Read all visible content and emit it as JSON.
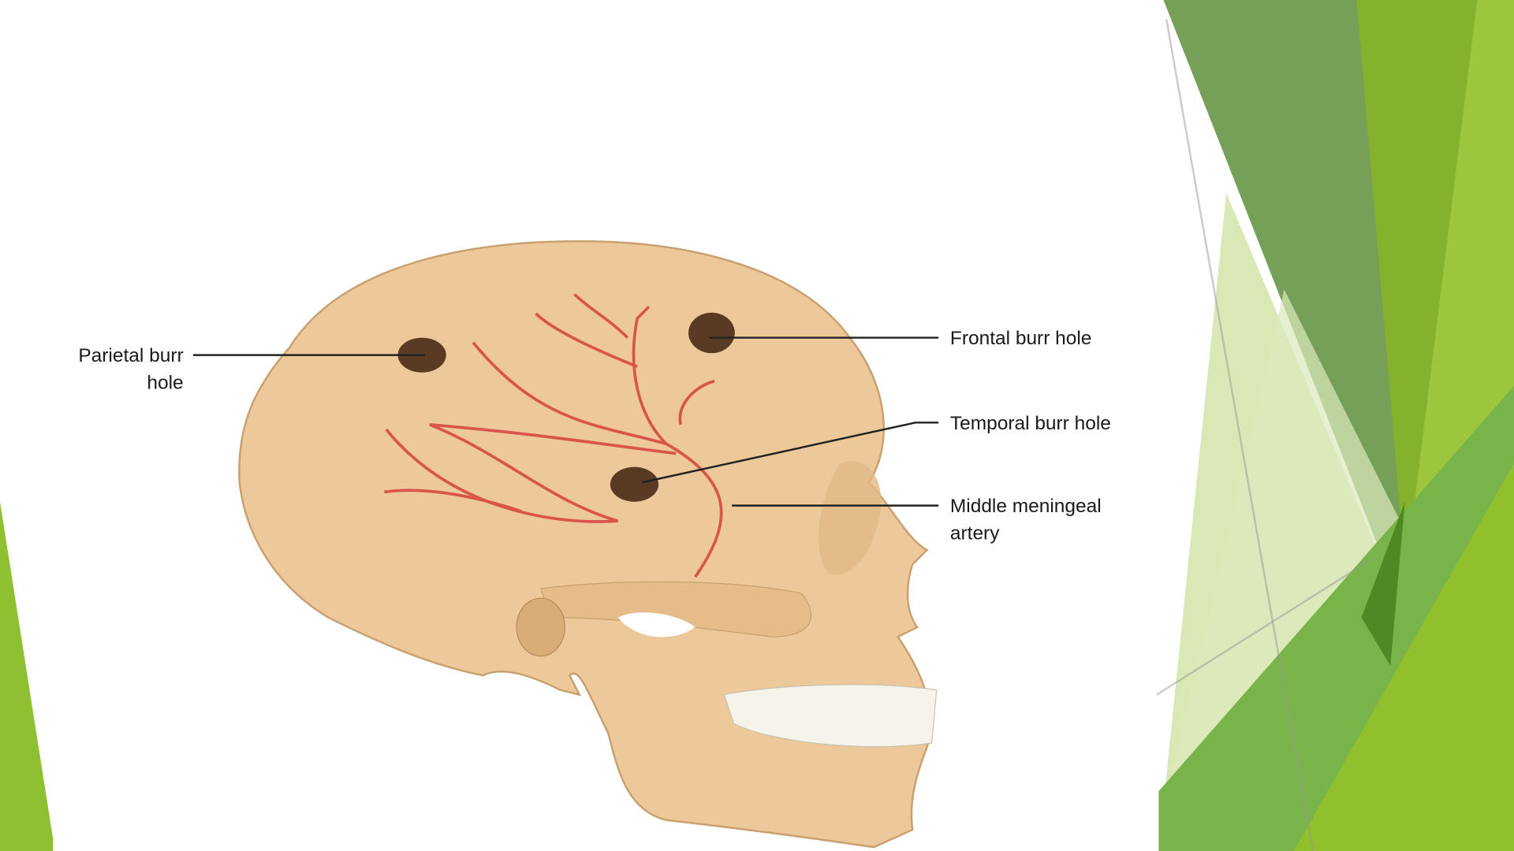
{
  "slide": {
    "labels": {
      "parietal_line1": "Parietal burr",
      "parietal_line2": "hole",
      "frontal": "Frontal burr hole",
      "temporal": "Temporal burr hole",
      "artery_line1": "Middle meningeal",
      "artery_line2": "artery"
    },
    "colors": {
      "bone": "#ecc89a",
      "burr_hole": "#5a3a22",
      "artery": "#d9544a",
      "green_dark": "#6a9a40",
      "green_light": "#8fc031"
    }
  }
}
